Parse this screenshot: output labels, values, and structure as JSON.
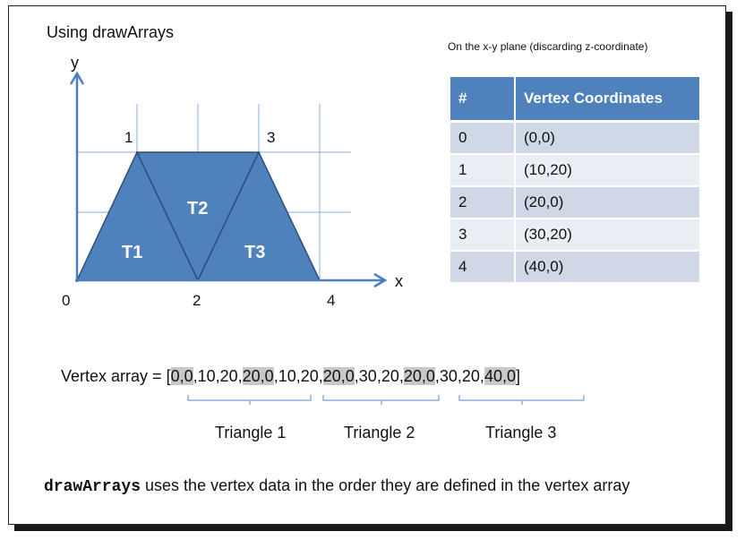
{
  "title": "Using drawArrays",
  "table_note": "On the x-y plane (discarding z-coordinate)",
  "axis": {
    "x_label": "x",
    "y_label": "y"
  },
  "vertex_labels": [
    "0",
    "1",
    "2",
    "3",
    "4"
  ],
  "triangles": [
    "T1",
    "T2",
    "T3"
  ],
  "colors": {
    "triangle_fill": "#4f81bd",
    "triangle_stroke": "#2f4f7a",
    "axis": "#4a7dc4",
    "grid": "#8aaee0",
    "table_header": "#4f81bd",
    "table_row_odd": "#d0d8e8",
    "table_row_even": "#e9edf4",
    "highlight": "#c8c8c8"
  },
  "table": {
    "headers": [
      "#",
      "Vertex Coordinates"
    ],
    "rows": [
      [
        "0",
        "(0,0)"
      ],
      [
        "1",
        "(10,20)"
      ],
      [
        "2",
        "(20,0)"
      ],
      [
        "3",
        "(30,20)"
      ],
      [
        "4",
        "(40,0)"
      ]
    ]
  },
  "vertex_array": {
    "label": "Vertex array = ",
    "segments": [
      {
        "text": "[",
        "hl": false
      },
      {
        "text": "0,0",
        "hl": true
      },
      {
        "text": ",10,20,",
        "hl": false
      },
      {
        "text": "20,0",
        "hl": true
      },
      {
        "text": ",10,20,",
        "hl": false
      },
      {
        "text": "20,0",
        "hl": true
      },
      {
        "text": ",30,20,",
        "hl": false
      },
      {
        "text": "20,0",
        "hl": true
      },
      {
        "text": ",30,20,",
        "hl": false
      },
      {
        "text": "40,0",
        "hl": true
      },
      {
        "text": "]",
        "hl": false
      }
    ]
  },
  "groups": [
    "Triangle 1",
    "Triangle 2",
    "Triangle 3"
  ],
  "footer": {
    "code": "drawArrays",
    "text": " uses the vertex data in the order they are defined in the vertex array"
  }
}
